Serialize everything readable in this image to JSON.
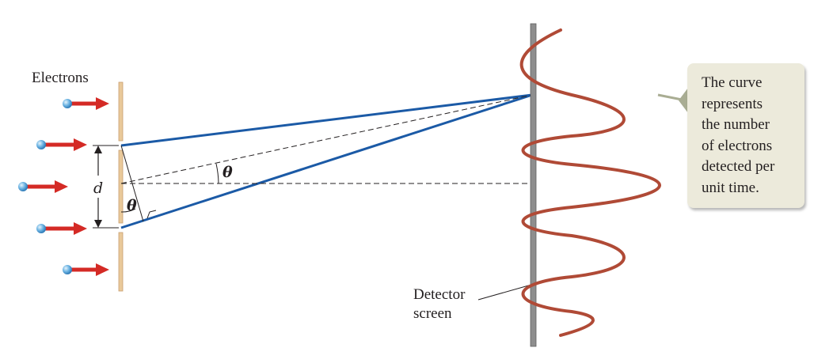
{
  "labels": {
    "electrons": "Electrons",
    "d": "d",
    "theta_upper": "θ",
    "theta_lower": "θ",
    "detector_line1": "Detector",
    "detector_line2": "screen"
  },
  "callout": {
    "lines": [
      "The curve",
      "represents",
      "the number",
      "of electrons",
      "detected per",
      "unit time."
    ]
  },
  "colors": {
    "ray": "#1b5aa6",
    "arrow": "#d42a25",
    "electron": "#5aa6d8",
    "barrier": "#e9c99a",
    "screen": "#8e8e8e",
    "curve": "#b04a36",
    "callout_bg": "#eceadb",
    "callout_pointer": "#a9ad93"
  }
}
